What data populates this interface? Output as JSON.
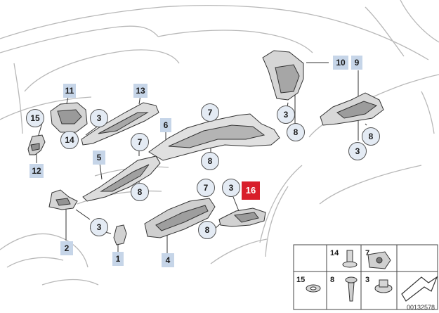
{
  "diagram": {
    "labels": {
      "p1": "1",
      "p2": "2",
      "p3": "3",
      "p4": "4",
      "p5": "5",
      "p6": "6",
      "p7": "7",
      "p8": "8",
      "p9": "9",
      "p10": "10",
      "p11": "11",
      "p12": "12",
      "p13": "13",
      "p14": "14",
      "p15": "15",
      "p16": "16"
    },
    "legend": {
      "c14": "14",
      "c7": "7",
      "c15": "15",
      "c8": "8",
      "c3": "3"
    },
    "catalog_number": "00132578"
  },
  "colors": {
    "label_box": "#c6d5e8",
    "callout_fill": "#e4ebf4",
    "highlight": "#d81e2a",
    "line": "#333333",
    "car_outline": "#b8b8b8"
  }
}
